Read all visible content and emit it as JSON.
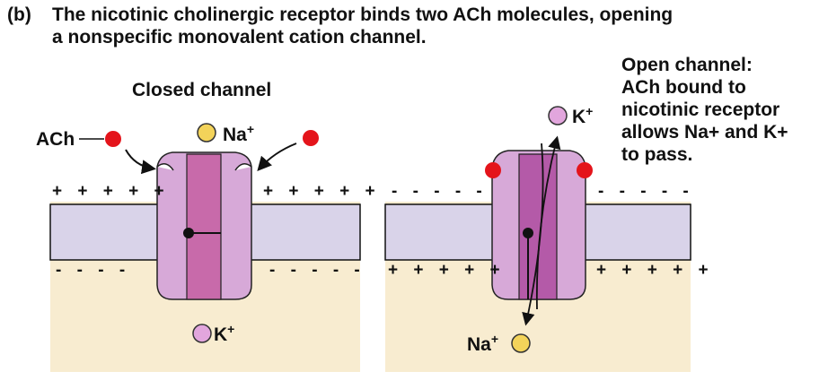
{
  "caption": {
    "tag": "(b)",
    "line1": "The nicotinic cholinergic receptor binds two ACh molecules, opening",
    "line2": "a nonspecific monovalent cation channel."
  },
  "closed": {
    "title": "Closed channel",
    "ach_label": "ACh",
    "na_label": "Na",
    "k_label": "K",
    "charge_top_left": "+ + + + +",
    "charge_top_right": "+ + + + +",
    "charge_bottom_left": "- - - -",
    "charge_bottom_right": "- - - - -"
  },
  "open": {
    "title_lines": [
      "Open channel:",
      "ACh bound to",
      "nicotinic receptor",
      "allows Na+ and K+",
      "to pass."
    ],
    "k_label": "K",
    "na_label": "Na",
    "charge_top_left": "- - - - -",
    "charge_top_right": "- - - - -",
    "charge_bottom_left": "+ + + + +",
    "charge_bottom_right": "+ + + + +"
  },
  "superscript": "+",
  "colors": {
    "extracellular": "#ffffff",
    "membrane": "#d9d3e9",
    "cytoplasm": "#f8ecd0",
    "protein_light": "#d7a9d8",
    "protein_dark": "#b45aa8",
    "protein_pore": "#c86aaa",
    "ach": "#e4141b",
    "sodium": "#f3d35a",
    "potassium": "#e2a6dd"
  }
}
